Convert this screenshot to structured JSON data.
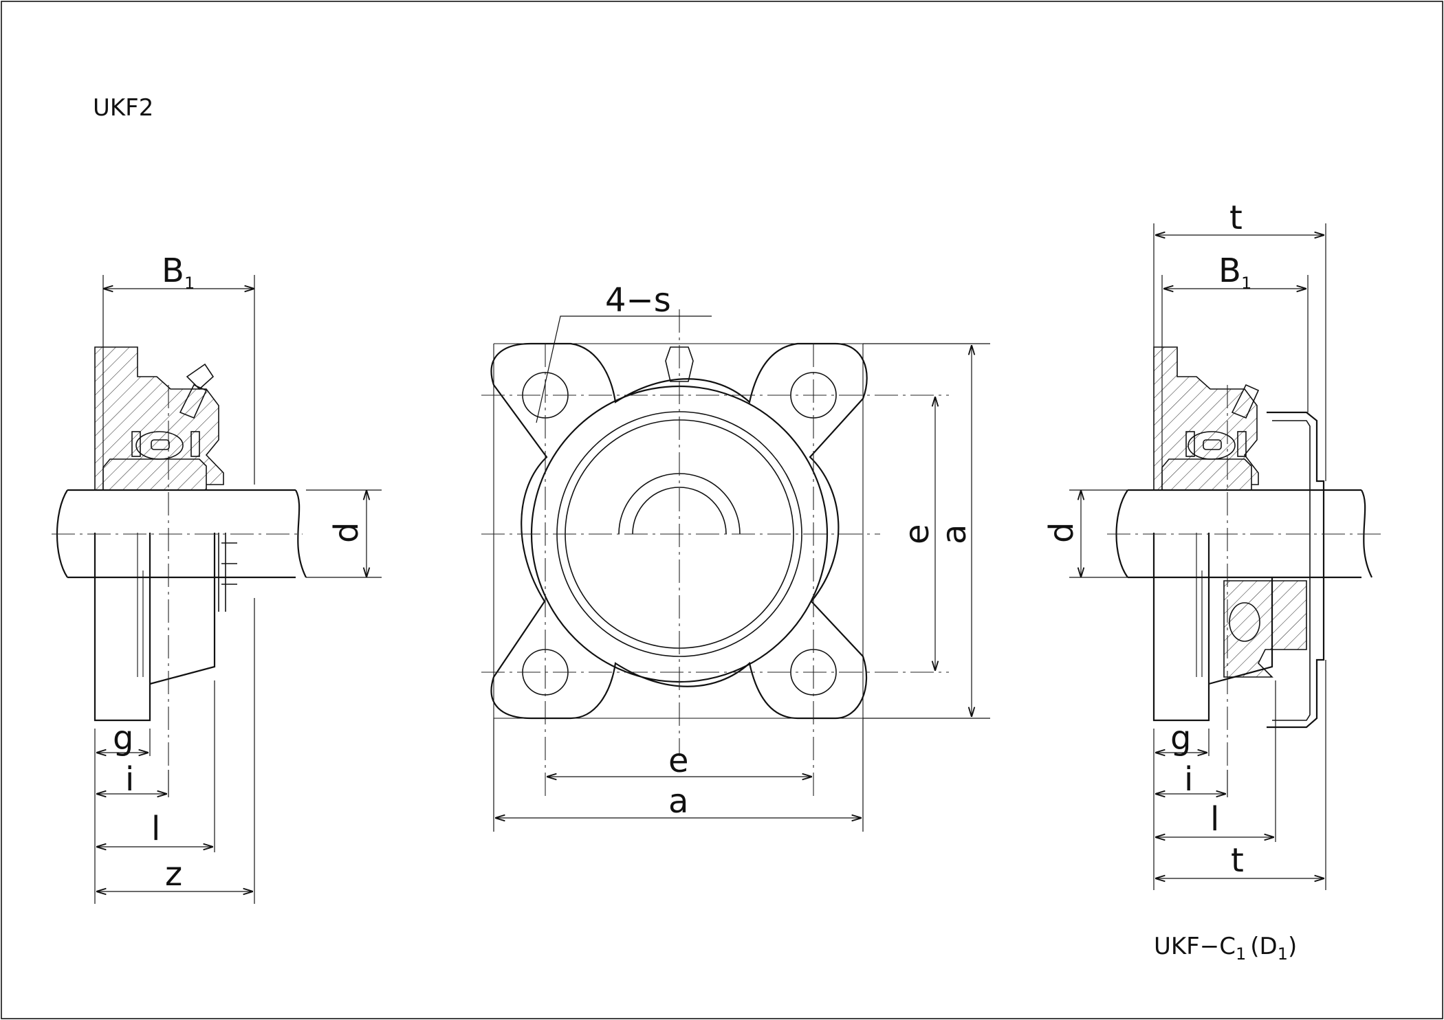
{
  "drawing": {
    "model_left": "UKF2",
    "model_right_main": "UKF−C",
    "model_right_sub1": "1",
    "model_right_paren": "(D",
    "model_right_sub2": "1",
    "model_right_close": ")"
  },
  "labels": {
    "B": "B",
    "B_sub": "1",
    "d": "d",
    "g": "g",
    "i": "i",
    "l": "l",
    "z": "z",
    "holes": "4−s",
    "e": "e",
    "a": "a",
    "t": "t"
  }
}
